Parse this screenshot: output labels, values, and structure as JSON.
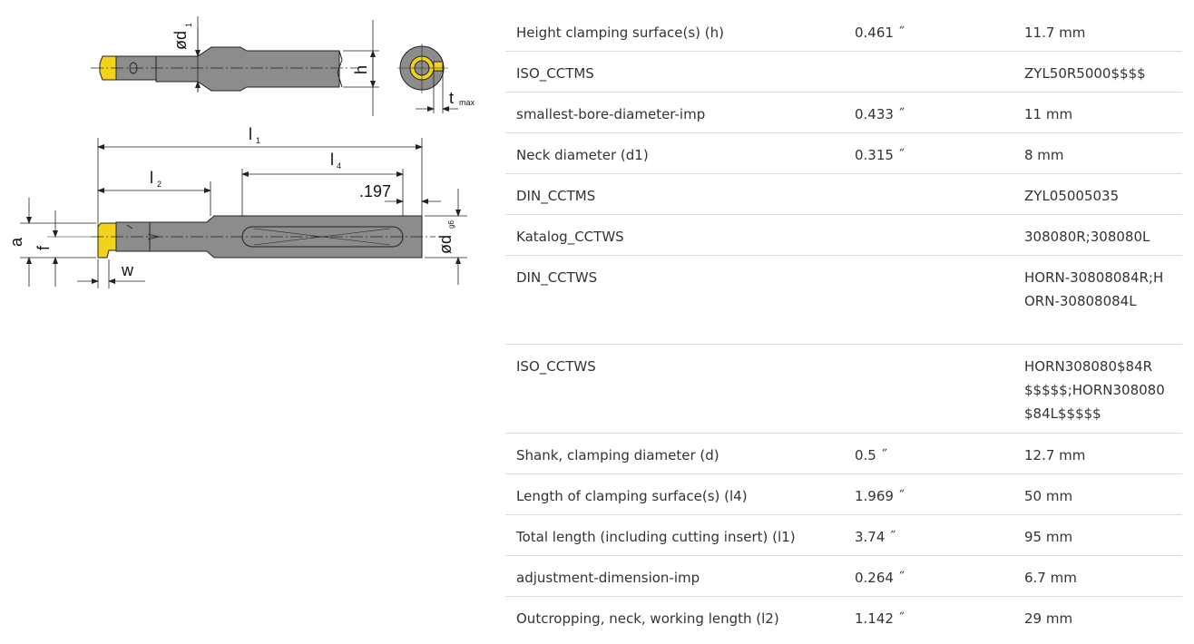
{
  "drawing": {
    "labels": {
      "d1": "ød",
      "d1_sub": "1",
      "h": "h",
      "tmax": "t",
      "tmax_sub": "max",
      "l1": "l",
      "l1_sub": "1",
      "l2": "l",
      "l2_sub": "2",
      "l4": "l",
      "l4_sub": "4",
      "offset": ".197",
      "a": "a",
      "f": "f",
      "w": "w",
      "dg6": "ød",
      "dg6_sub": "g6"
    },
    "colors": {
      "body": "#8c8c8c",
      "insert": "#f2d21a",
      "line": "#222222"
    }
  },
  "specs": [
    {
      "name": "Height clamping surface(s) (h)",
      "imperial": "0.461 ˝",
      "metric": "11.7 mm"
    },
    {
      "name": "ISO_CCTMS",
      "imperial": "",
      "metric": "ZYL50R5000$$$$"
    },
    {
      "name": "smallest-bore-diameter-imp",
      "imperial": "0.433 ˝",
      "metric": "11 mm"
    },
    {
      "name": "Neck diameter (d1)",
      "imperial": "0.315 ˝",
      "metric": "8 mm"
    },
    {
      "name": "DIN_CCTMS",
      "imperial": "",
      "metric": "ZYL05005035"
    },
    {
      "name": "Katalog_CCTWS",
      "imperial": "",
      "metric": "308080R;308080L"
    },
    {
      "name": "DIN_CCTWS",
      "imperial": "",
      "metric": "HORN-30808084R;HORN-30808084L"
    },
    {
      "name": "ISO_CCTWS",
      "imperial": "",
      "metric": "HORN308080$84R$$$$$;HORN308080$84L$$$$$"
    },
    {
      "name": "Shank, clamping diameter (d)",
      "imperial": "0.5 ˝",
      "metric": "12.7 mm"
    },
    {
      "name": "Length of clamping surface(s) (l4)",
      "imperial": "1.969 ˝",
      "metric": "50 mm"
    },
    {
      "name": "Total length (including cutting insert) (l1)",
      "imperial": "3.74 ˝",
      "metric": "95 mm"
    },
    {
      "name": "adjustment-dimension-imp",
      "imperial": "0.264 ˝",
      "metric": "6.7 mm"
    },
    {
      "name": "Outcropping, neck, working length (l2)",
      "imperial": "1.142 ˝",
      "metric": "29 mm"
    }
  ]
}
